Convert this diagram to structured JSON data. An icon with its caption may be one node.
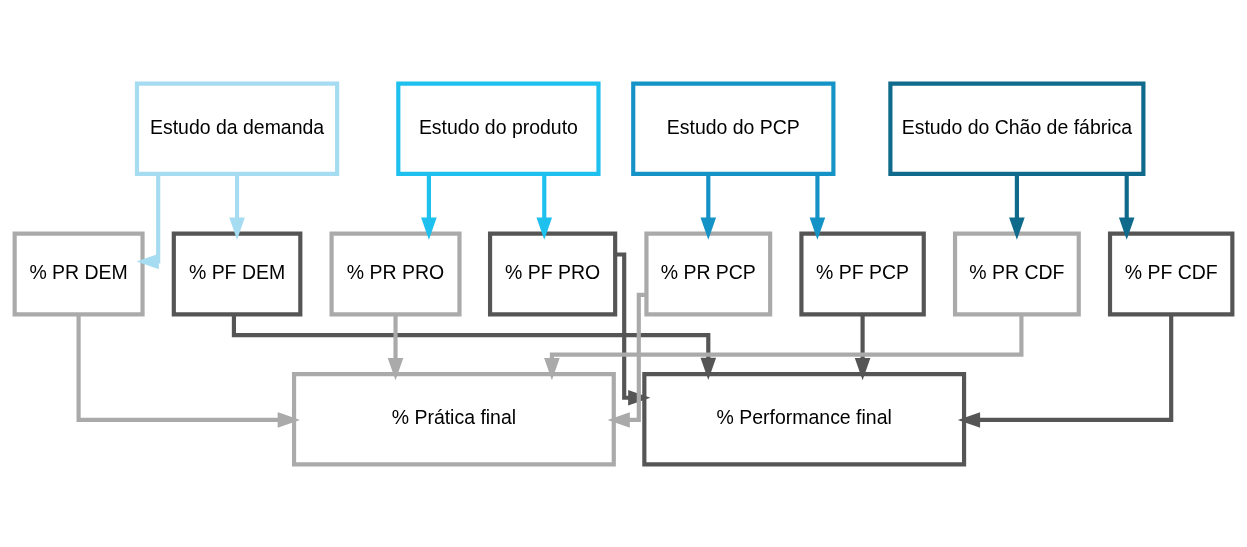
{
  "diagram": {
    "nodes": [
      {
        "text": [
          "Estudo da demanda"
        ]
      },
      {
        "text": [
          "Estudo do produto"
        ]
      },
      {
        "text": [
          "Estudo do PCP"
        ]
      },
      {
        "text": [
          "Estudo do Chão de fábrica"
        ]
      },
      {
        "text": [
          "% PR DEM"
        ]
      },
      {
        "text": [
          "% PF DEM"
        ]
      },
      {
        "text": [
          "% PR PRO"
        ]
      },
      {
        "text": [
          "% PF PRO"
        ]
      },
      {
        "text": [
          "% PR PCP"
        ]
      },
      {
        "text": [
          "% PF PCP"
        ]
      },
      {
        "text": [
          "% PR CDF"
        ]
      },
      {
        "text": [
          "% PF CDF"
        ]
      },
      {
        "text": [
          "% Prática final"
        ]
      },
      {
        "text": [
          "% Performance final"
        ]
      }
    ],
    "edges": [
      {
        "from": 0,
        "to": 4,
        "arrow": "to",
        "color": "#a6dcf2"
      },
      {
        "from": 0,
        "to": 5,
        "arrow": "to",
        "color": "#a6dcf2"
      },
      {
        "from": 1,
        "to": 6,
        "arrow": "to",
        "color": "#1ec0ee"
      },
      {
        "from": 1,
        "to": 7,
        "arrow": "to",
        "color": "#1ec0ee"
      },
      {
        "from": 2,
        "to": 8,
        "arrow": "to",
        "color": "#1593c6"
      },
      {
        "from": 2,
        "to": 9,
        "arrow": "to",
        "color": "#1593c6"
      },
      {
        "from": 3,
        "to": 10,
        "arrow": "to",
        "color": "#0f6a8c"
      },
      {
        "from": 3,
        "to": 11,
        "arrow": "to",
        "color": "#0f6a8c"
      },
      {
        "from": 4,
        "to": 12,
        "arrow": "to",
        "color": "#aaaaaa"
      },
      {
        "from": 6,
        "to": 12,
        "arrow": "to",
        "color": "#aaaaaa"
      },
      {
        "from": 8,
        "to": 12,
        "arrow": "to",
        "color": "#aaaaaa"
      },
      {
        "from": 10,
        "to": 12,
        "arrow": "to",
        "color": "#aaaaaa"
      },
      {
        "from": 5,
        "to": 13,
        "arrow": "to",
        "color": "#555555"
      },
      {
        "from": 7,
        "to": 13,
        "arrow": "to",
        "color": "#555555"
      },
      {
        "from": 9,
        "to": 13,
        "arrow": "to",
        "color": "#555555"
      },
      {
        "from": 11,
        "to": 13,
        "arrow": "to",
        "color": "#555555"
      }
    ]
  }
}
